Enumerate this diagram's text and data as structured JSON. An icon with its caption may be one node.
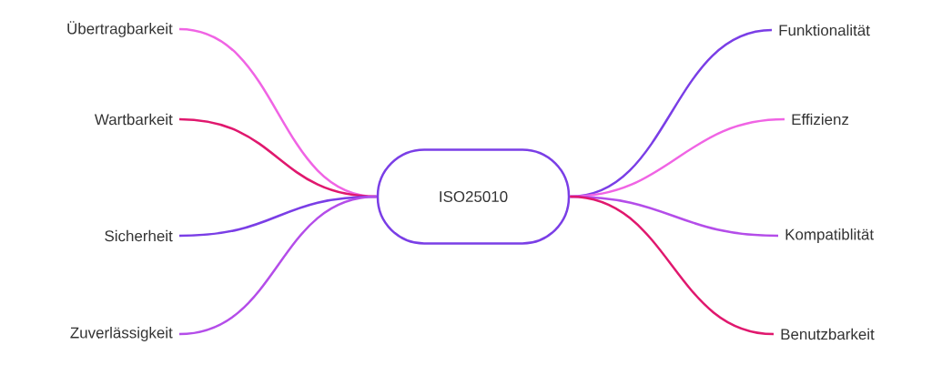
{
  "diagram": {
    "nodes": [
      {
        "text": [
          "ISO25010"
        ]
      },
      {
        "text": [
          "Übertragbarkeit"
        ]
      },
      {
        "text": [
          "Wartbarkeit"
        ]
      },
      {
        "text": [
          "Sicherheit"
        ]
      },
      {
        "text": [
          "Zuverlässigkeit"
        ]
      },
      {
        "text": [
          "Funktionalität"
        ]
      },
      {
        "text": [
          "Effizienz"
        ]
      },
      {
        "text": [
          "Kompatiblität"
        ]
      },
      {
        "text": [
          "Benutzbarkeit"
        ]
      }
    ],
    "edges": [
      {
        "from": 0,
        "to": 1,
        "arrow": "none",
        "color": "#f064e4"
      },
      {
        "from": 0,
        "to": 2,
        "arrow": "none",
        "color": "#e0186e"
      },
      {
        "from": 0,
        "to": 3,
        "arrow": "none",
        "color": "#7a3ee6"
      },
      {
        "from": 0,
        "to": 4,
        "arrow": "none",
        "color": "#b44de9"
      },
      {
        "from": 0,
        "to": 5,
        "arrow": "none",
        "color": "#7a3ee6"
      },
      {
        "from": 0,
        "to": 6,
        "arrow": "none",
        "color": "#f064e4"
      },
      {
        "from": 0,
        "to": 7,
        "arrow": "none",
        "color": "#b44de9"
      },
      {
        "from": 0,
        "to": 8,
        "arrow": "none",
        "color": "#e0186e"
      }
    ]
  }
}
